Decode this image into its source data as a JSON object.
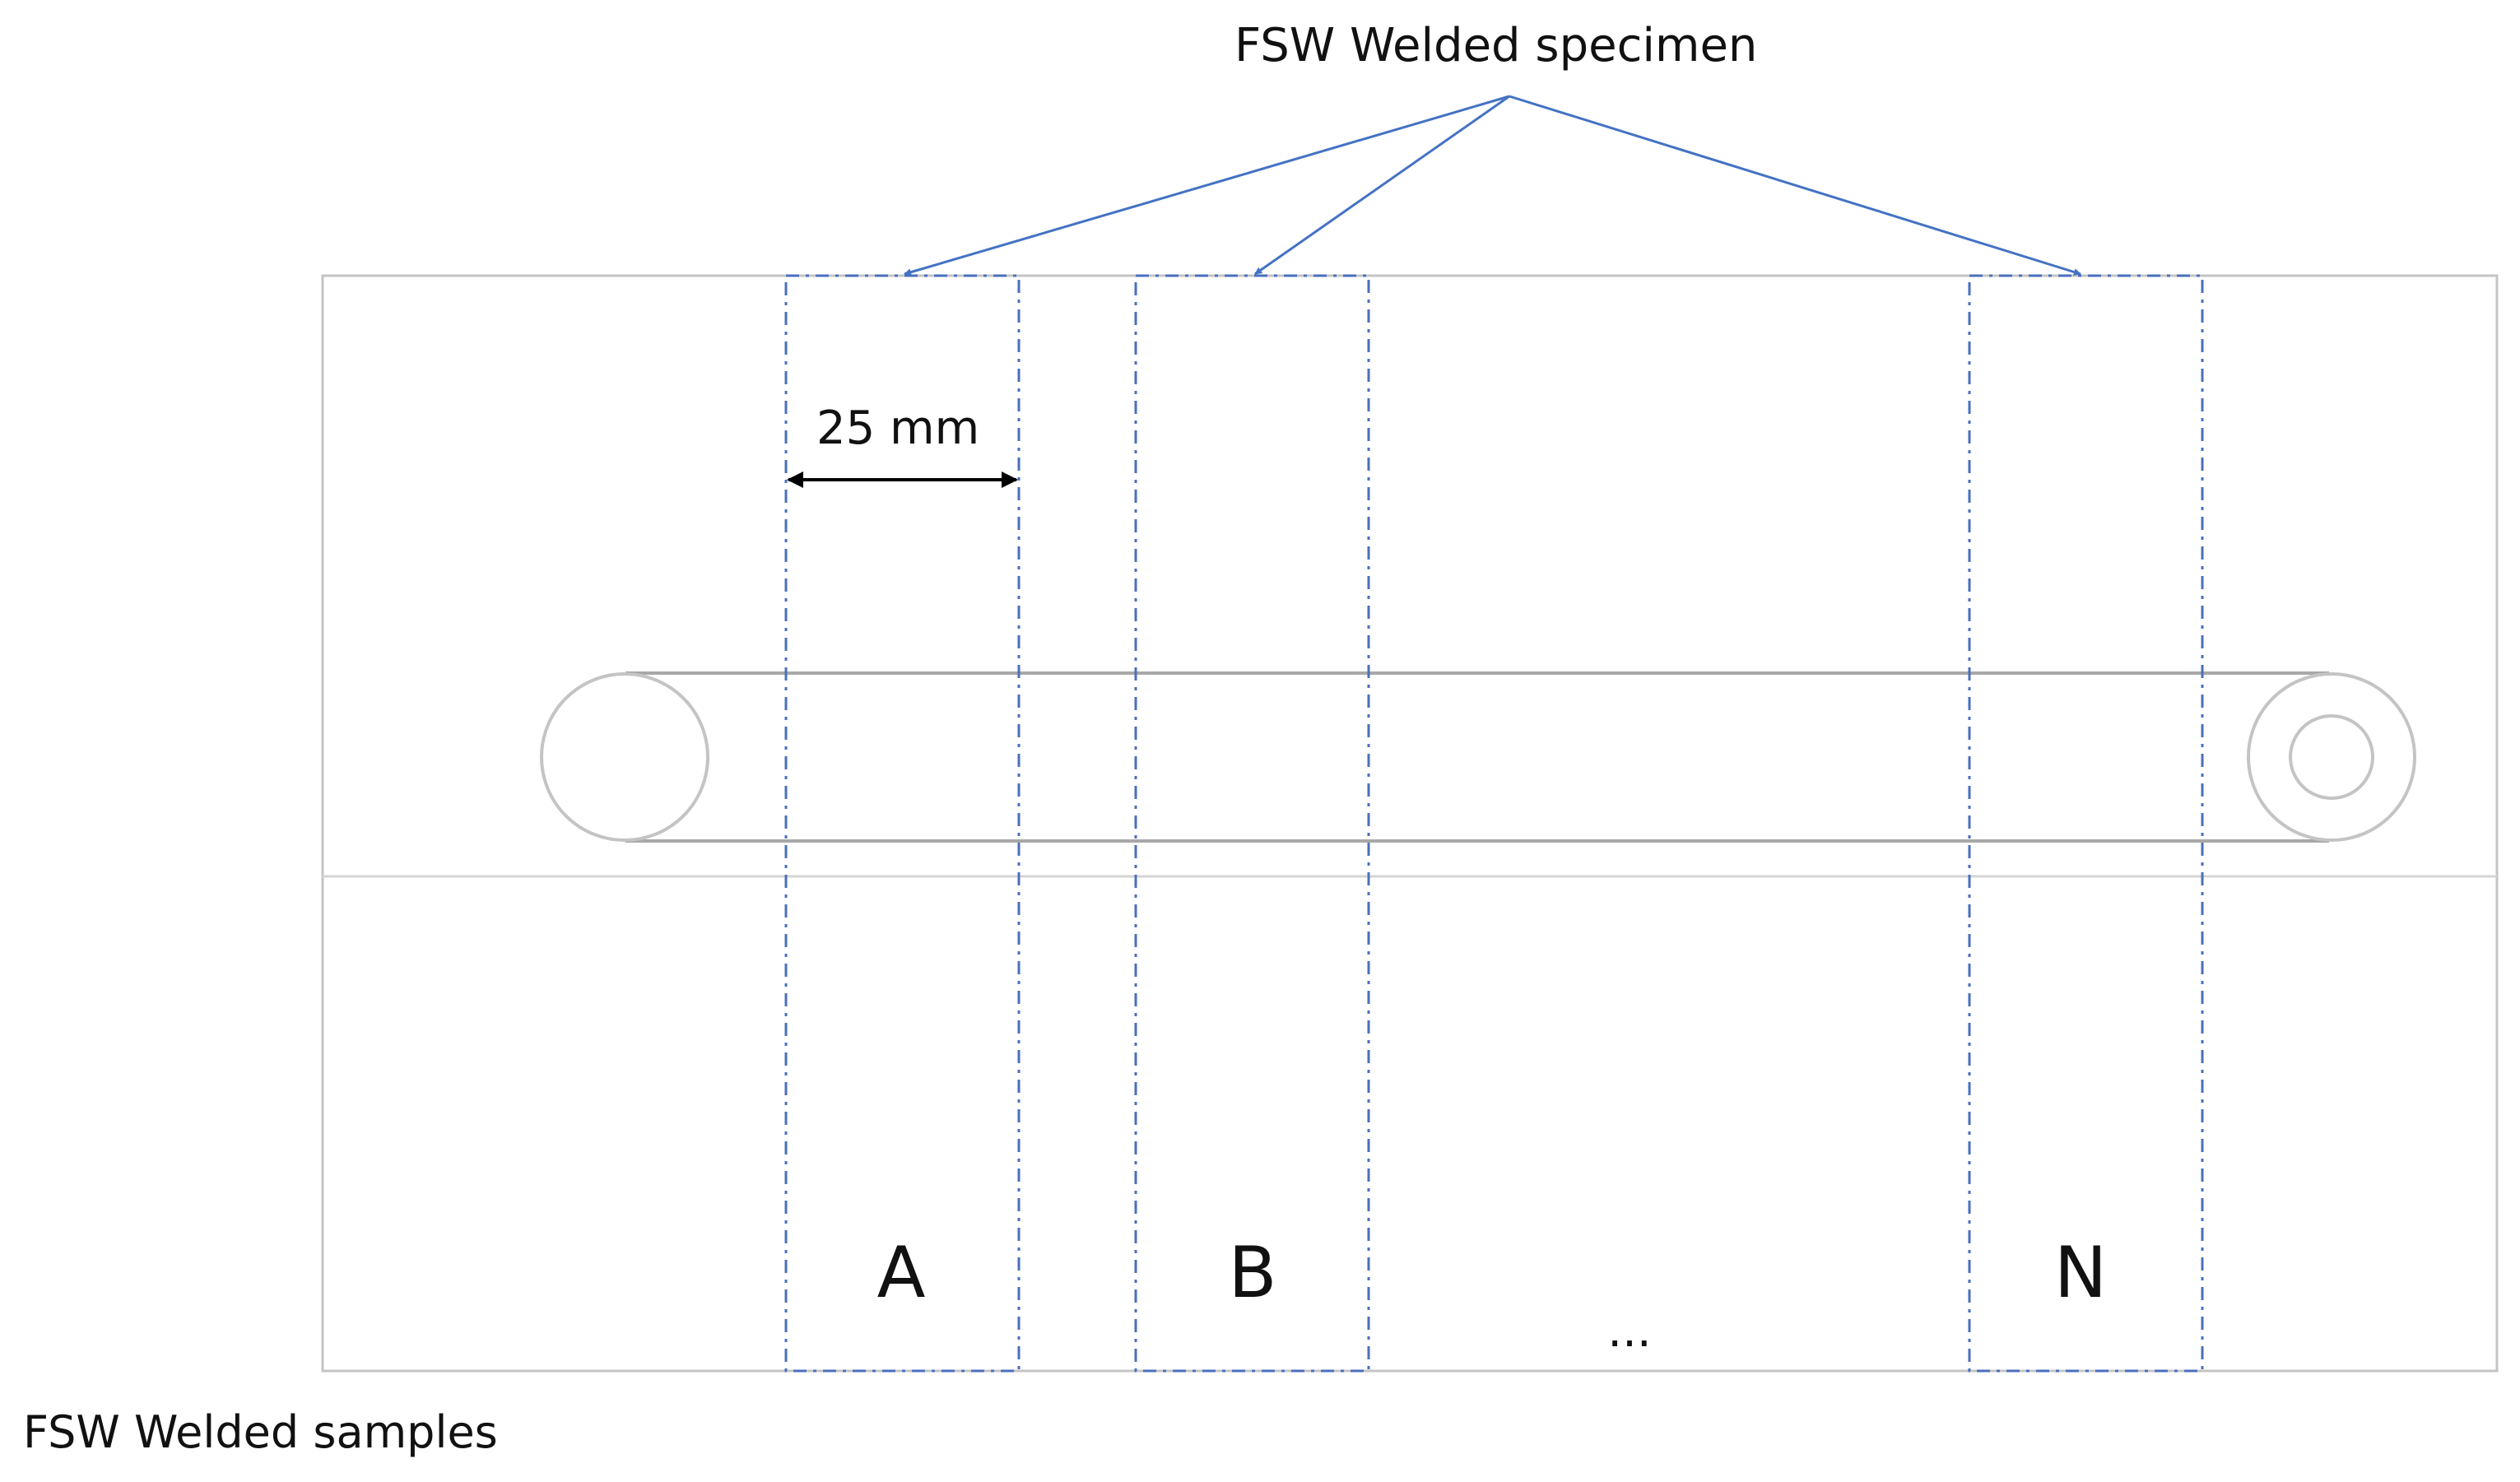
{
  "labels": {
    "top_title": "FSW Welded specimen",
    "bottom_title": "FSW Welded samples",
    "dimension": "25 mm",
    "specimens": [
      "A",
      "B",
      "N"
    ],
    "ellipsis": "..."
  },
  "colors": {
    "outline": "#c4c4c4",
    "tube": "#a8a8a8",
    "dash": "#4a6fbe",
    "arrow": "#4472c4",
    "text": "#111111"
  }
}
